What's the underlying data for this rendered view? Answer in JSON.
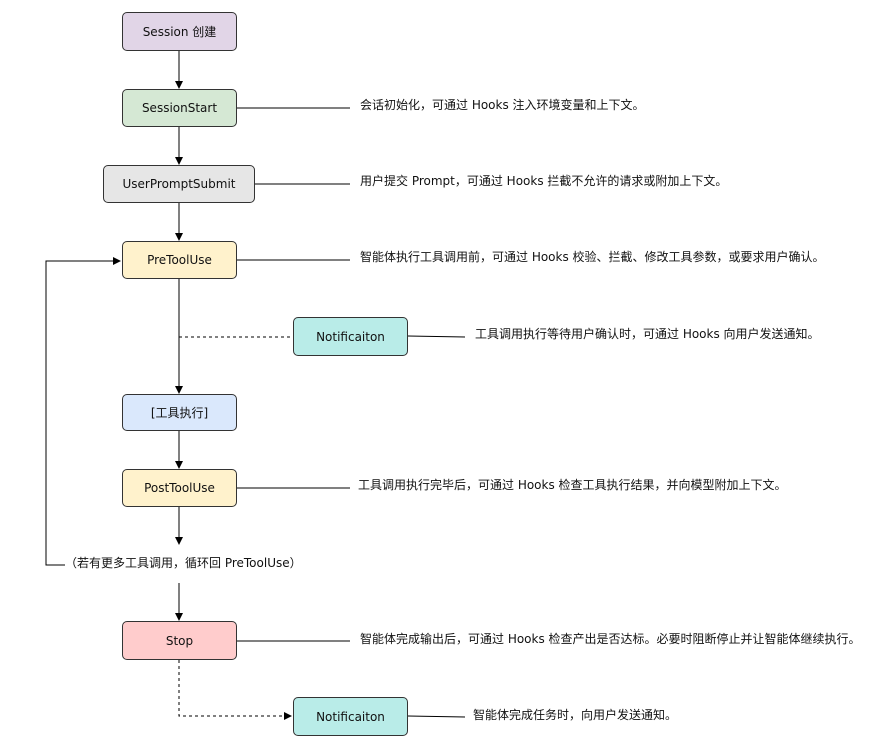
{
  "nodes": {
    "session_create": {
      "label": "Session 创建",
      "color": "#e1d5e7"
    },
    "session_start": {
      "label": "SessionStart",
      "color": "#d5e8d4"
    },
    "user_prompt_submit": {
      "label": "UserPromptSubmit",
      "color": "#e6e6e6"
    },
    "pre_tool_use": {
      "label": "PreToolUse",
      "color": "#fff2cc"
    },
    "notification_1": {
      "label": "Notificaiton",
      "color": "#b9ece8"
    },
    "tool_exec": {
      "label": "[工具执行]",
      "color": "#dae8fc"
    },
    "post_tool_use": {
      "label": "PostToolUse",
      "color": "#fff2cc"
    },
    "stop": {
      "label": "Stop",
      "color": "#ffcccc"
    },
    "notification_2": {
      "label": "Notificaiton",
      "color": "#b9ece8"
    }
  },
  "notes": {
    "session_start": "会话初始化，可通过 Hooks 注入环境变量和上下文。",
    "user_prompt_submit": "用户提交 Prompt，可通过 Hooks 拦截不允许的请求或附加上下文。",
    "pre_tool_use": "智能体执行工具调用前，可通过 Hooks 校验、拦截、修改工具参数，或要求用户确认。",
    "notification_1": "工具调用执行等待用户确认时，可通过 Hooks 向用户发送通知。",
    "post_tool_use": "工具调用执行完毕后，可通过 Hooks 检查工具执行结果，并向模型附加上下文。",
    "loop": "（若有更多工具调用，循环回 PreToolUse）",
    "stop": "智能体完成输出后，可通过 Hooks 检查产出是否达标。必要时阻断停止并让智能体继续执行。",
    "notification_2": "智能体完成任务时，向用户发送通知。"
  }
}
